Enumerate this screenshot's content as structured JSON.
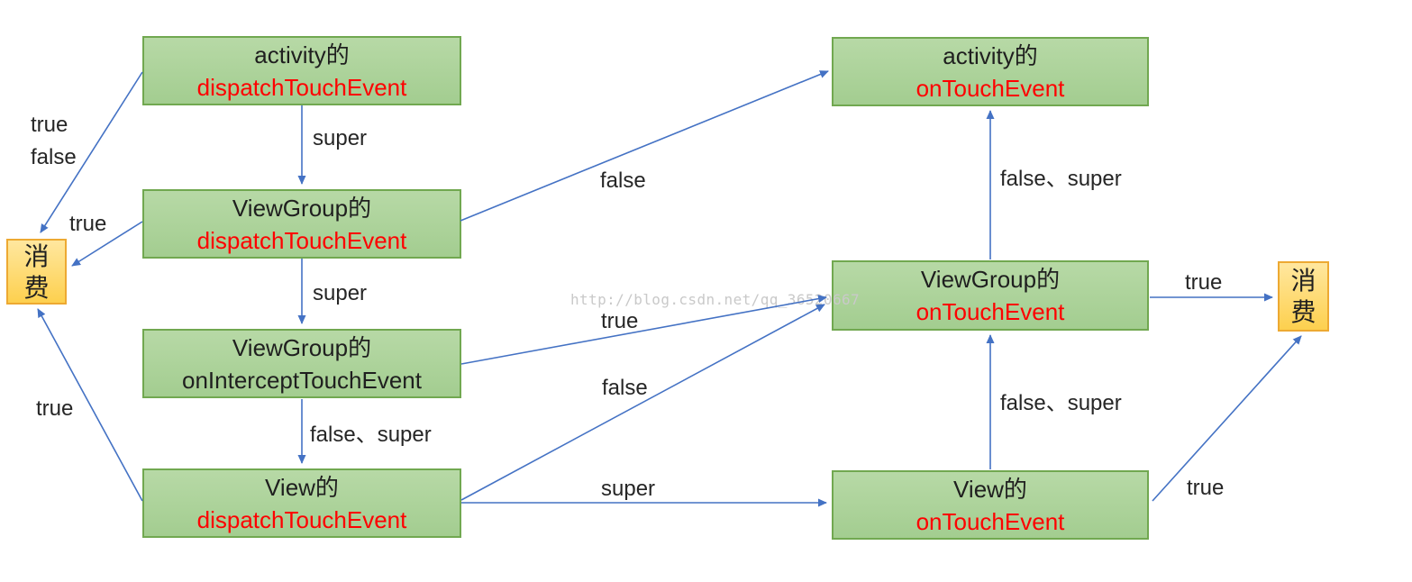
{
  "diagram": {
    "watermark": "http://blog.csdn.net/qq_36520667",
    "nodes": {
      "activity_dispatch": {
        "line1": "activity的",
        "line2": "dispatchTouchEvent"
      },
      "viewgroup_dispatch": {
        "line1": "ViewGroup的",
        "line2": "dispatchTouchEvent"
      },
      "viewgroup_intercept": {
        "line1": "ViewGroup的",
        "line2": "onInterceptTouchEvent"
      },
      "view_dispatch": {
        "line1": "View的",
        "line2": "dispatchTouchEvent"
      },
      "activity_ontouch": {
        "line1": "activity的",
        "line2": "onTouchEvent"
      },
      "viewgroup_ontouch": {
        "line1": "ViewGroup的",
        "line2": "onTouchEvent"
      },
      "view_ontouch": {
        "line1": "View的",
        "line2": "onTouchEvent"
      },
      "consume_left": {
        "char1": "消",
        "char2": "费"
      },
      "consume_right": {
        "char1": "消",
        "char2": "费"
      }
    },
    "labels": {
      "top_left_true": "true",
      "top_left_false": "false",
      "left_true": "true",
      "super_1": "super",
      "super_2": "super",
      "false_super_left": "false、super",
      "bottom_left_true": "true",
      "mid_false_upper": "false",
      "mid_true": "true",
      "mid_false_lower": "false",
      "mid_super": "super",
      "right_false_super_upper": "false、super",
      "right_false_super_lower": "false、super",
      "right_true_upper": "true",
      "right_true_lower": "true"
    },
    "colors": {
      "green-top": "#b7d9a6",
      "green-bottom": "#a3cd90",
      "green-border": "#71a850",
      "gold-top": "#ffe79f",
      "gold-bottom": "#fdd04e",
      "gold-border": "#eda932",
      "arrow": "#4472c4",
      "red": "#ff0000",
      "text": "#1f1f1f",
      "wm": "#c9c9c9"
    }
  }
}
